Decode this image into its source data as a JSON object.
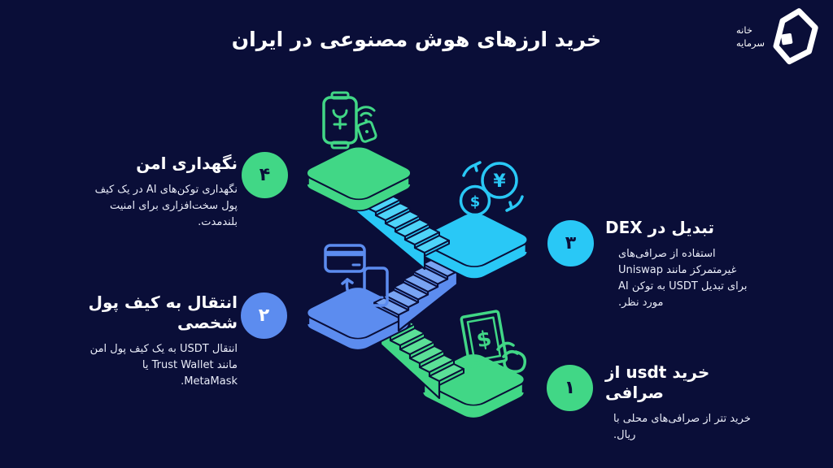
{
  "page": {
    "title": "خرید ارزهای هوش مصنوعی در ایران",
    "background": "#0A0E38"
  },
  "logo": {
    "name": "خانه سرمایه",
    "line1": "خانه",
    "line2": "سرمایه"
  },
  "steps": [
    {
      "number_fa": "۱",
      "badge_color": "#41D786",
      "number_color": "#0A0E38",
      "title": "خرید usdt از صرافی",
      "description": "خرید تتر از صرافی‌های محلی با ریال.",
      "side": "right"
    },
    {
      "number_fa": "۲",
      "badge_color": "#5C8CEF",
      "number_color": "#FFFFFF",
      "title": "انتقال به کیف پول شخصی",
      "description": "انتقال USDT به یک کیف پول امن مانند Trust Wallet یا MetaMask.",
      "side": "left"
    },
    {
      "number_fa": "۳",
      "badge_color": "#29C8F6",
      "number_color": "#0A0E38",
      "title": "تبدیل در DEX",
      "description": "استفاده از صرافی‌های غیرمتمرکز مانند Uniswap برای تبدیل USDT به توکن AI مورد نظر.",
      "side": "right"
    },
    {
      "number_fa": "۴",
      "badge_color": "#41D786",
      "number_color": "#0A0E38",
      "title": "نگهداری امن",
      "description": "نگهداری توکن‌های AI در یک کیف پول سخت‌افزاری برای امنیت بلندمدت.",
      "side": "left"
    }
  ],
  "illustration": {
    "type": "isometric-staircase",
    "colors": {
      "green": "#41D786",
      "green_tread": "#5BDF97",
      "cyan": "#29C8F6",
      "cyan_tread": "#4ED4F9",
      "blue": "#5C8CEF",
      "blue_tread": "#79A4F3",
      "outline": "#0A0E38"
    },
    "icons": [
      "hardware-wallet-icon",
      "currency-exchange-icon",
      "card-to-phone-icon",
      "cash-payment-icon"
    ],
    "currency_symbols": {
      "yen": "¥",
      "dollar": "$"
    }
  }
}
